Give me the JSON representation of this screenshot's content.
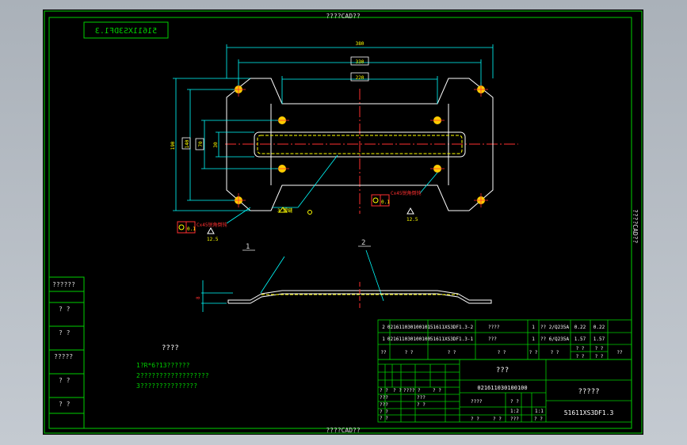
{
  "frame": {
    "top_label": "????CAD??",
    "bottom_label": "????CAD??",
    "right_label": "????CAD??",
    "mirrored_code": "51611XS3DF1.3"
  },
  "left_strip": {
    "cells": [
      "??????",
      "? ?",
      "? ?",
      "?????",
      "? ?",
      "? ?"
    ]
  },
  "dims": {
    "width_overall": "380",
    "width_holes": "330",
    "width_inner": "220",
    "height_overall": "190",
    "height_a": "140",
    "height_b": "70",
    "height_c": "30",
    "side_view_height": "8"
  },
  "callouts": {
    "hole_spec_left": "Cx45锐角倒钝",
    "hole_spec_right": "Cx45锐角倒钝",
    "roughness_left": "12.5",
    "roughness_right": "12.5",
    "weld_symbol": "3 焊缝",
    "datum_value": "0.1",
    "part_1": "1",
    "part_2": "2"
  },
  "notes": {
    "heading": "????",
    "lines": [
      "1?R*6?13??????",
      "2??????????????????",
      "3???????????????"
    ]
  },
  "bom": {
    "rows": [
      {
        "no": "2",
        "code": "021611030100101",
        "name": "51611XS3DF1.3-2",
        "desc": "????",
        "qty": "1",
        "material": "?? 2/Q235A",
        "w1": "0.22",
        "w2": "0.22"
      },
      {
        "no": "1",
        "code": "021611030100100",
        "name": "51611XS3DF1.3-1",
        "desc": "???",
        "qty": "1",
        "material": "?? 6/Q235A",
        "w1": "1.57",
        "w2": "1.57"
      }
    ],
    "header": {
      "no": "??",
      "code": "? ?",
      "name": "? ?",
      "desc": "? ?",
      "qty": "? ?",
      "material": "? ?",
      "w1": "? ?",
      "w2": "? ?"
    },
    "w_sub": [
      "? ?",
      "? ?"
    ]
  },
  "title_block": {
    "title": "???",
    "doc_code": "021611030100100",
    "company": "?????",
    "drawing_no": "51611XS3DF1.3",
    "rev_row": [
      "? ?",
      "? ?",
      "???? ?",
      "? ?"
    ],
    "small_labels": [
      "???",
      "???",
      "? ?",
      "? ?",
      "????",
      "? ?",
      "???",
      "? ?"
    ],
    "weight_val": "1:2",
    "scale_label": "1:1",
    "sheet_row": [
      "? ?",
      "? ?",
      "???",
      "? ?"
    ]
  }
}
